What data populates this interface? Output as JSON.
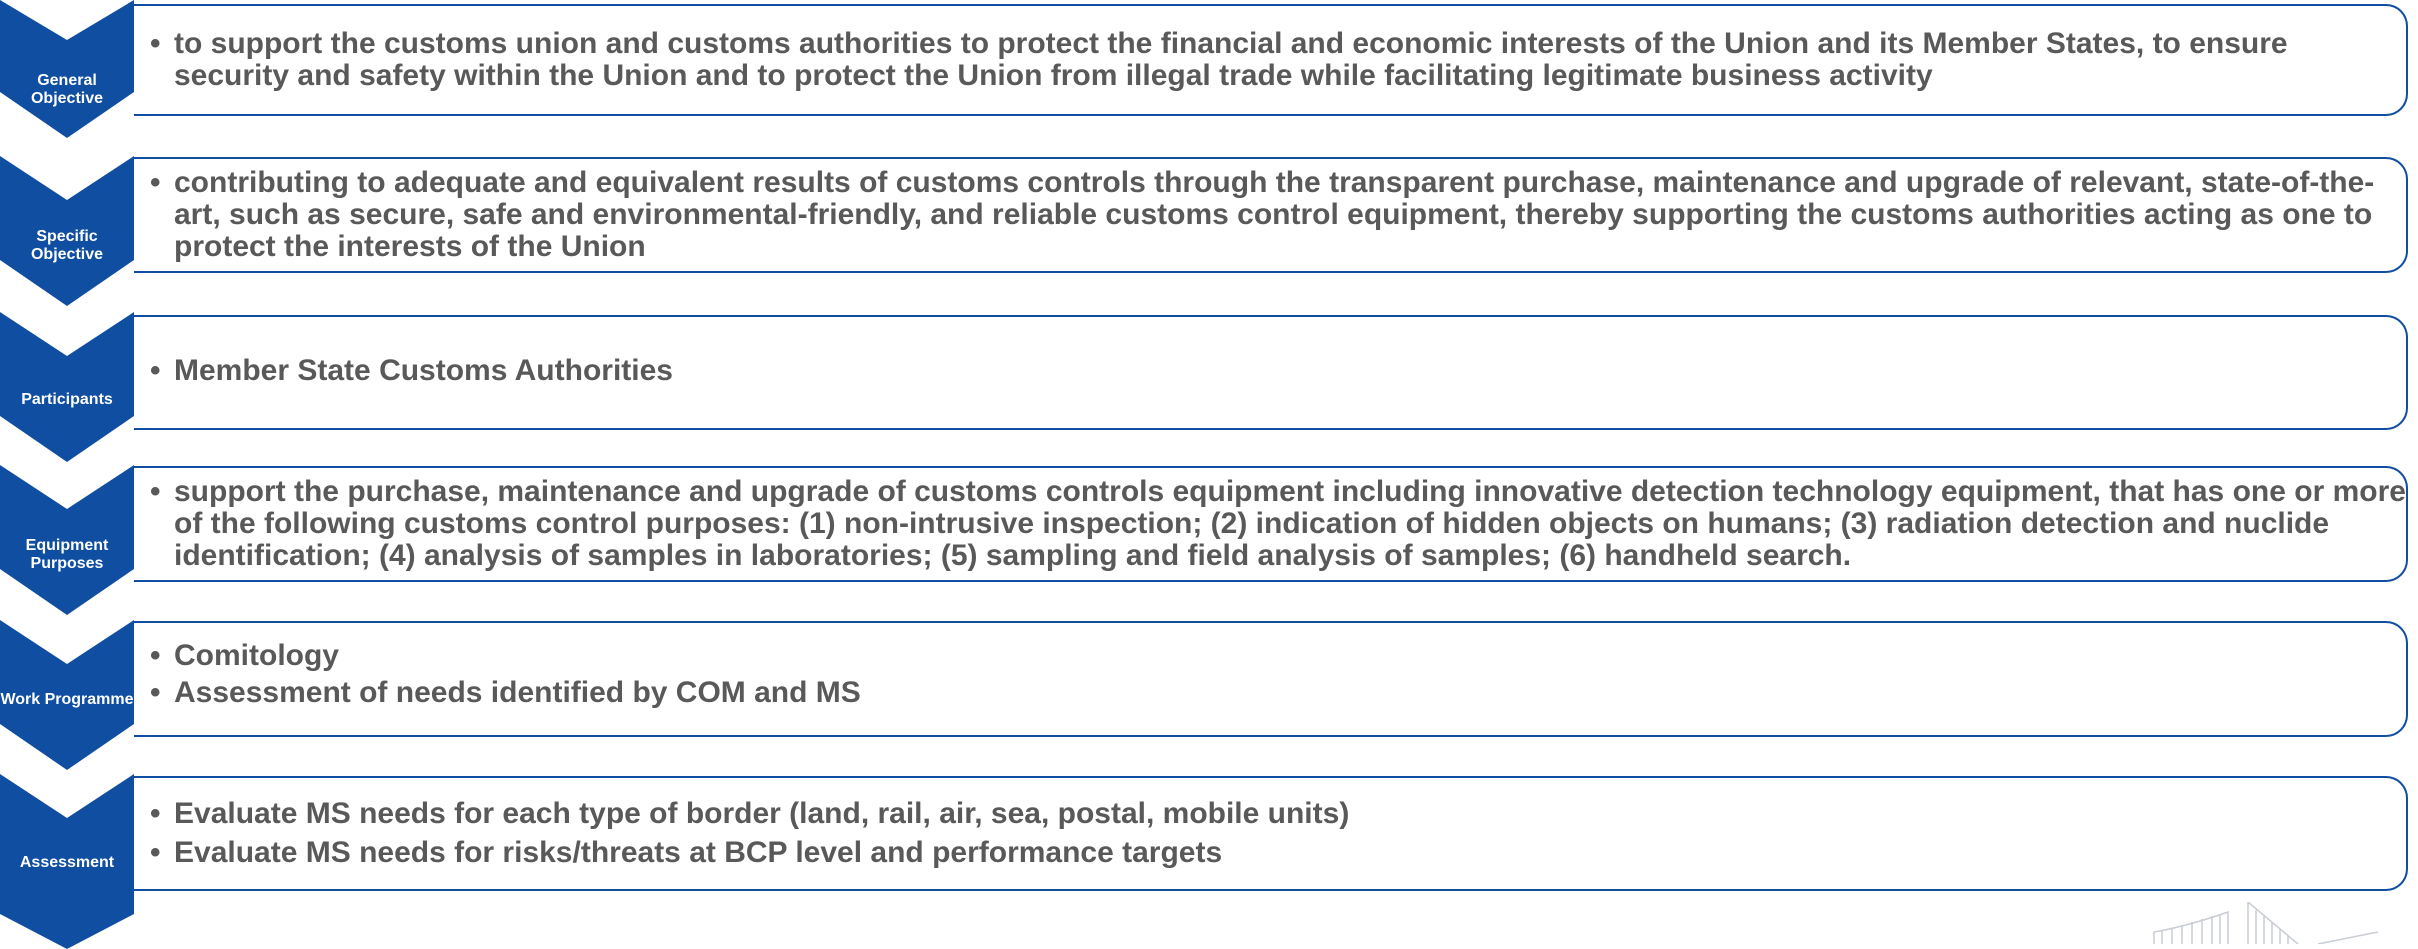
{
  "rows": [
    {
      "label": "General Objective",
      "items": [
        "to support the customs union and customs authorities to protect the financial and economic interests of the Union and its Member States, to ensure security and safety within the Union and to protect the Union from illegal trade while facilitating legitimate business activity"
      ]
    },
    {
      "label": "Specific Objective",
      "items": [
        " contributing to adequate and equivalent results of customs controls through the transparent purchase, maintenance and upgrade of relevant, state-of-the-art, such as secure, safe and environmental-friendly, and reliable customs control equipment, thereby supporting the customs authorities acting as one to protect the interests of the Union"
      ]
    },
    {
      "label": "Participants",
      "items": [
        "Member State Customs Authorities"
      ]
    },
    {
      "label": "Equipment Purposes",
      "items": [
        "support the purchase, maintenance and upgrade of customs controls equipment including innovative detection technology equipment, that has one or more of the following customs control purposes: (1) non-intrusive inspection; (2) indication of hidden objects on humans; (3) radiation detection and nuclide identification; (4) analysis of samples in laboratories; (5) sampling and field analysis of samples; (6) handheld search."
      ]
    },
    {
      "label": "Work Programme",
      "items": [
        "Comitology",
        "Assessment of needs identified by COM and MS"
      ]
    },
    {
      "label": "Assessment",
      "items": [
        "Evaluate MS needs for each type of border (land, rail, air, sea, postal, mobile units)",
        "Evaluate MS needs for risks/threats at BCP level and performance targets"
      ]
    }
  ],
  "colors": {
    "chevron": "#0f4ea0",
    "text": "#595959",
    "border": "#0f4ea0"
  },
  "icons": {
    "logo": "eu-commission-logo-icon"
  }
}
